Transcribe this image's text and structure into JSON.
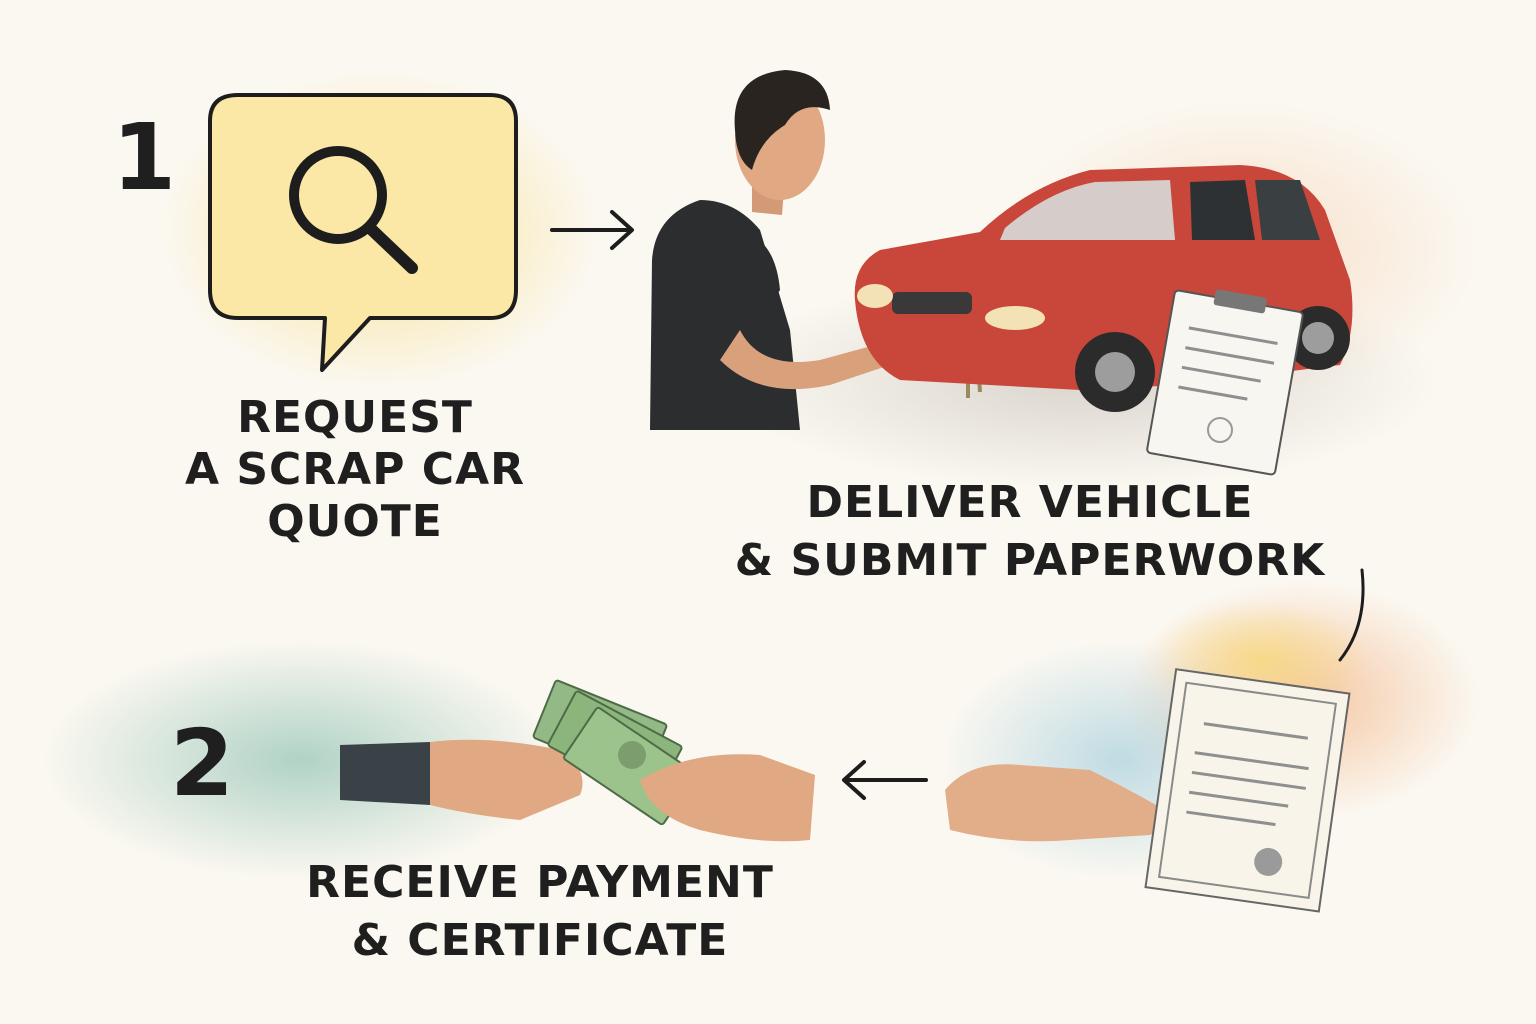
{
  "steps": [
    {
      "number": "1",
      "caption_lines": [
        "REQUEST",
        "A SCRAP CAR",
        "QUOTE"
      ]
    },
    {
      "caption_lines": [
        "DELIVER VEHICLE",
        "& SUBMIT PAPERWORK"
      ]
    },
    {
      "number": "2",
      "caption_lines": [
        "RECEIVE PAYMENT",
        "& CERTIFICATE"
      ]
    }
  ],
  "icons": [
    "search-icon",
    "person-handing-keys-illustration",
    "red-car-illustration",
    "clipboard-document-icon",
    "cash-handoff-illustration",
    "certificate-handoff-illustration"
  ],
  "colors": {
    "bubble_fill": "#fbe8a6",
    "car_red": "#c9473a",
    "text": "#1f1f1f",
    "cash_green": "#8bb57a"
  }
}
